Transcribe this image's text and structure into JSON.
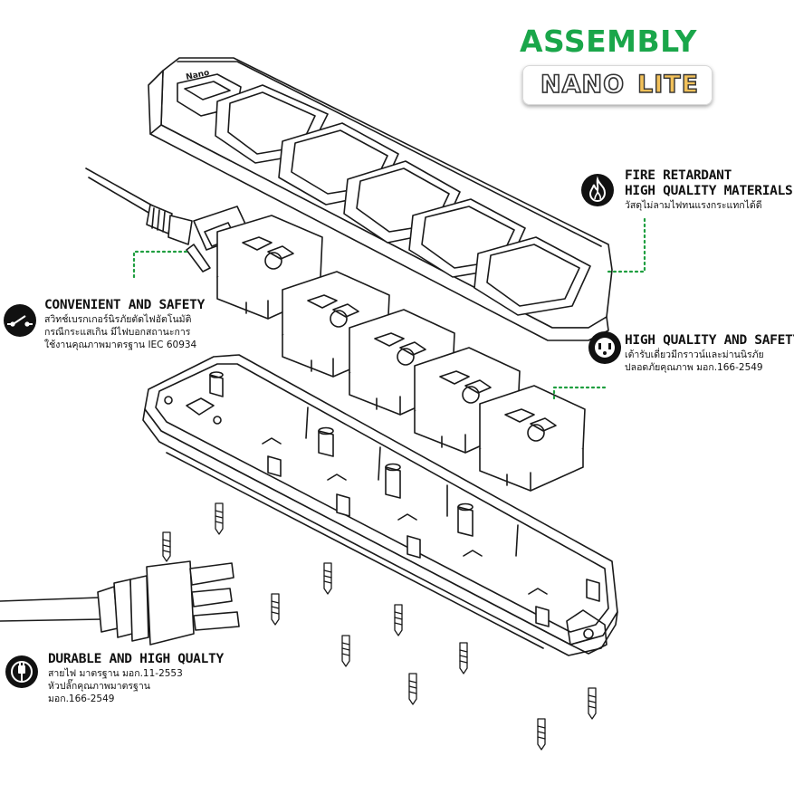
{
  "header": {
    "title": "ASSEMBLY",
    "brand_word1": "NANO",
    "brand_word2": "LITE"
  },
  "features": {
    "fire": {
      "title_line1": "FIRE RETARDANT",
      "title_line2": "HIGH QUALITY MATERIALS",
      "desc_line1": "วัสดุไม่ลามไฟทนแรงกระแทกได้ดี",
      "icon": "flame-icon"
    },
    "convenient": {
      "title": "CONVENIENT AND SAFETY",
      "desc_line1": "สวิทช์เบรกเกอร์นิรภัยตัดไฟอัตโนมัติ",
      "desc_line2": "กรณีกระแสเกิน มีไฟบอกสถานะการ",
      "desc_line3": "ใช้งานคุณภาพมาตรฐาน IEC 60934",
      "icon": "switch-icon"
    },
    "socket": {
      "title": "HIGH QUALITY AND SAFETY",
      "desc_line1": "เต้ารับเดี่ยวมีกราวน์และม่านนิรภัย",
      "desc_line2": "ปลอดภัยคุณภาพ มอก.166-2549",
      "icon": "socket-icon"
    },
    "durable": {
      "title": "DURABLE AND HIGH QUALTY",
      "desc_line1": "สายไฟ มาตรฐาน มอก.11-2553",
      "desc_line2": "หัวปลั๊กคุณภาพมาตรฐาน",
      "desc_line3": "มอก.166-2549",
      "icon": "plug-icon"
    }
  },
  "colors": {
    "accent_green": "#1aa64a",
    "leader_green": "#1e9e3f",
    "line_art": "#1a1a1a",
    "lite_letters": "#f2c15a"
  }
}
